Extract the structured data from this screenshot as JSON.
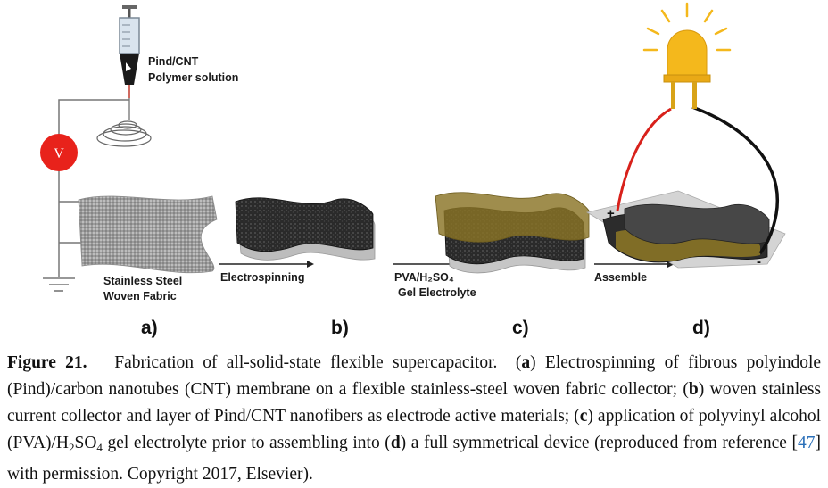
{
  "figure": {
    "labels": {
      "solution": [
        "Pind/CNT",
        "Polymer solution"
      ],
      "voltmeter": "V",
      "fabric": [
        "Stainless Steel",
        "Woven Fabric"
      ],
      "step_b": "Electrospinning",
      "step_c": [
        "PVA/H₂SO₄",
        "Gel Electrolyte"
      ],
      "step_d": "Assemble",
      "plus": "+",
      "minus": "-"
    },
    "panels": [
      "a)",
      "b)",
      "c)",
      "d)"
    ],
    "colors": {
      "voltmeter": "#e8221b",
      "bulb": "#f4b81c",
      "electrolyte": "#8a7426",
      "wire_red": "#d8211b",
      "wire_black": "#111111",
      "fabric": "#9a9a9a",
      "fiber_layer": "#2b2b2b"
    }
  },
  "caption": {
    "figure_label": "Figure 21.",
    "title": "Fabrication of all-solid-state flexible supercapacitor.",
    "a_letter": "a",
    "a_text": "Electrospinning of fibrous polyindole (Pind)/carbon nanotubes (CNT) membrane on a flexible stainless-steel woven fabric collector;",
    "b_letter": "b",
    "b_text": "woven stainless current collector and layer of Pind/CNT nanofibers as electrode active materials;",
    "c_letter": "c",
    "c_text_1": "application of polyvinyl alcohol (PVA)/H",
    "c_sub_1": "2",
    "c_text_2": "SO",
    "c_sub_2": "4",
    "c_text_3": "gel electrolyte prior to assembling into",
    "d_letter": "d",
    "d_text": "a full symmetrical device (reproduced from reference",
    "ref": "47",
    "tail": "with permission. Copyright 2017, Elsevier)."
  }
}
